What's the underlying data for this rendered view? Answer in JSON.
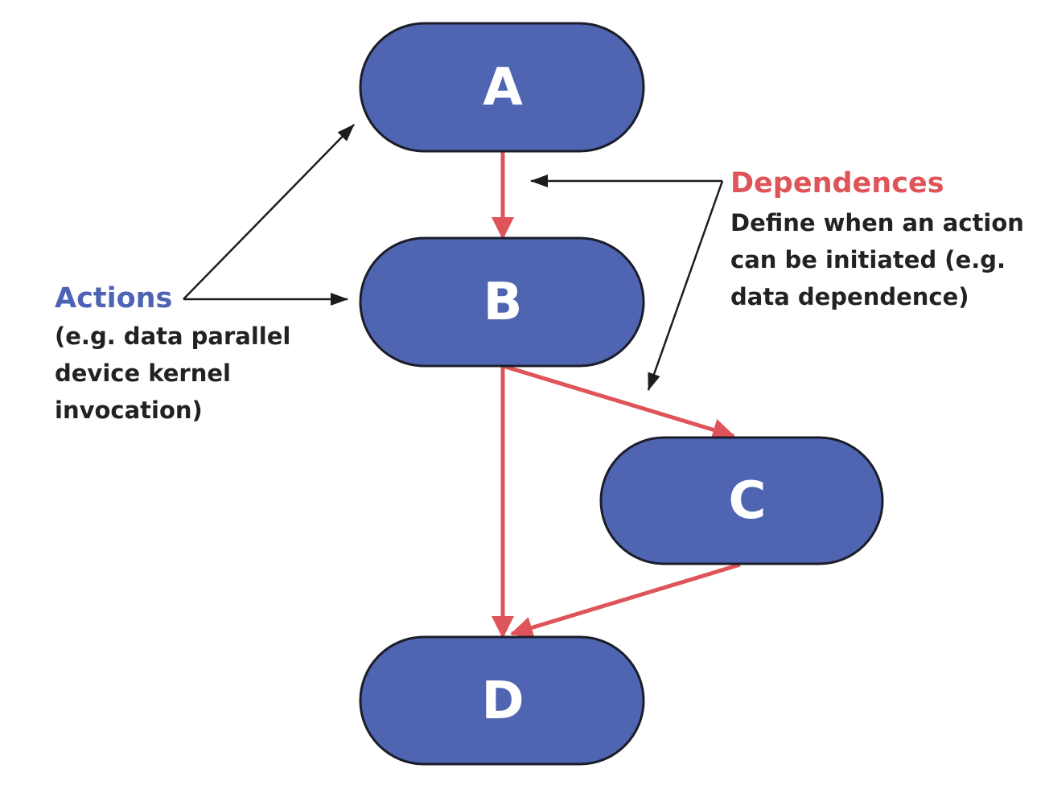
{
  "nodes": [
    {
      "id": "A",
      "label": "A"
    },
    {
      "id": "B",
      "label": "B"
    },
    {
      "id": "C",
      "label": "C"
    },
    {
      "id": "D",
      "label": "D"
    }
  ],
  "edges": [
    {
      "from": "A",
      "to": "B",
      "kind": "dependence"
    },
    {
      "from": "B",
      "to": "C",
      "kind": "dependence"
    },
    {
      "from": "B",
      "to": "D",
      "kind": "dependence"
    },
    {
      "from": "C",
      "to": "D",
      "kind": "dependence"
    }
  ],
  "annotations": {
    "actions": {
      "title": "Actions",
      "lines": [
        "(e.g. data parallel",
        "device kernel",
        "invocation)"
      ],
      "points_to": [
        "A",
        "B"
      ]
    },
    "dependences": {
      "title": "Dependences",
      "lines": [
        "Define when an action",
        "can be initiated (e.g.",
        "data dependence)"
      ],
      "points_to": [
        "A-B edge",
        "B-C edge"
      ]
    }
  },
  "colors": {
    "node_fill": "#5065b1",
    "dependence": "#df5458",
    "actions_title": "#4f63b4"
  }
}
